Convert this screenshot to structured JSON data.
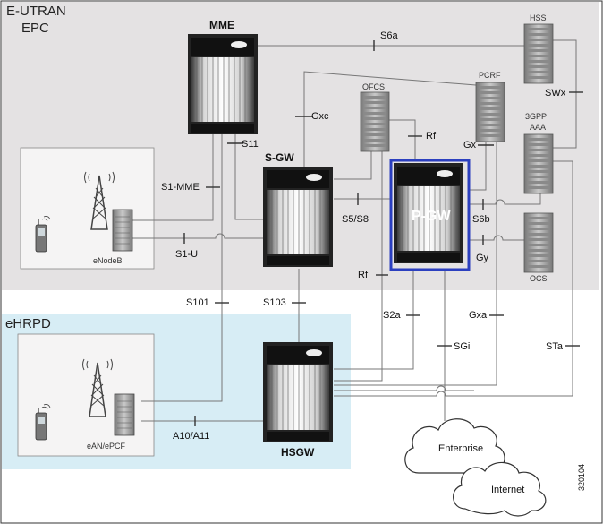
{
  "regions": {
    "eutran": "E-UTRAN",
    "epc": "EPC",
    "ehrpd": "eHRPD"
  },
  "nodes": {
    "mme": "MME",
    "sgw": "S-GW",
    "pgw": "P-GW",
    "hsgw": "HSGW",
    "hss": "HSS",
    "pcrf": "PCRF",
    "ofcs": "OFCS",
    "aaa_line1": "3GPP",
    "aaa_line2": "AAA",
    "ocs": "OCS",
    "enodeb": "eNodeB",
    "ean": "eAN/ePCF",
    "enterprise": "Enterprise",
    "internet": "Internet"
  },
  "interfaces": {
    "s6a": "S6a",
    "gxc": "Gxc",
    "s11": "S11",
    "s1mme": "S1-MME",
    "s1u": "S1-U",
    "s5s8": "S5/S8",
    "rf_top": "Rf",
    "gx": "Gx",
    "swx": "SWx",
    "s6b": "S6b",
    "gy": "Gy",
    "rf_bottom": "Rf",
    "s101": "S101",
    "s103": "S103",
    "s2a": "S2a",
    "gxa": "Gxa",
    "sgi": "SGi",
    "sta": "STa",
    "a10a11": "A10/A11"
  },
  "figure_id": "320104",
  "colors": {
    "epc_bg": "#e4e2e3",
    "ehrpd_bg": "#d7edf5",
    "pgw_highlight": "#2b3fbf"
  }
}
